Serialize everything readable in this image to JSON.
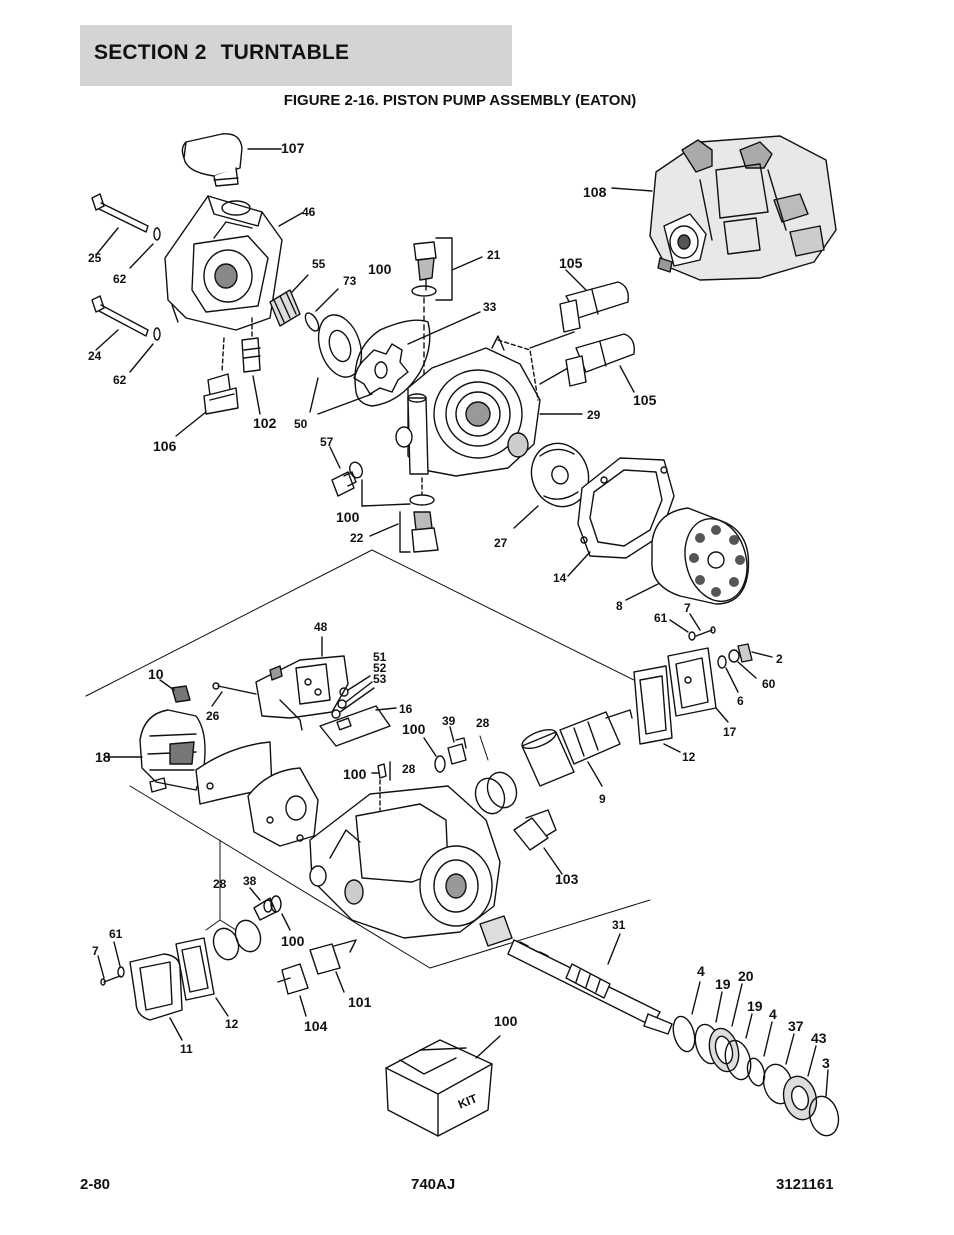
{
  "header": {
    "section": "SECTION 2",
    "name": "TURNTABLE"
  },
  "figure": {
    "title": "FIGURE 2-16. PISTON PUMP ASSEMBLY (EATON)"
  },
  "kit_label": "KIT",
  "callouts": [
    {
      "label": "107"
    },
    {
      "label": "108"
    },
    {
      "label": "46"
    },
    {
      "label": "25"
    },
    {
      "label": "62"
    },
    {
      "label": "55"
    },
    {
      "label": "73"
    },
    {
      "label": "100"
    },
    {
      "label": "21"
    },
    {
      "label": "105"
    },
    {
      "label": "24"
    },
    {
      "label": "62"
    },
    {
      "label": "33"
    },
    {
      "label": "105"
    },
    {
      "label": "106"
    },
    {
      "label": "102"
    },
    {
      "label": "50"
    },
    {
      "label": "29"
    },
    {
      "label": "57"
    },
    {
      "label": "100"
    },
    {
      "label": "22"
    },
    {
      "label": "27"
    },
    {
      "label": "14"
    },
    {
      "label": "8"
    },
    {
      "label": "61"
    },
    {
      "label": "7"
    },
    {
      "label": "2"
    },
    {
      "label": "48"
    },
    {
      "label": "51"
    },
    {
      "label": "52"
    },
    {
      "label": "53"
    },
    {
      "label": "10"
    },
    {
      "label": "60"
    },
    {
      "label": "6"
    },
    {
      "label": "26"
    },
    {
      "label": "16"
    },
    {
      "label": "17"
    },
    {
      "label": "100"
    },
    {
      "label": "39"
    },
    {
      "label": "28"
    },
    {
      "label": "18"
    },
    {
      "label": "12"
    },
    {
      "label": "100"
    },
    {
      "label": "28"
    },
    {
      "label": "9"
    },
    {
      "label": "103"
    },
    {
      "label": "28"
    },
    {
      "label": "38"
    },
    {
      "label": "31"
    },
    {
      "label": "61"
    },
    {
      "label": "100"
    },
    {
      "label": "7"
    },
    {
      "label": "4"
    },
    {
      "label": "19"
    },
    {
      "label": "20"
    },
    {
      "label": "101"
    },
    {
      "label": "19"
    },
    {
      "label": "4"
    },
    {
      "label": "12"
    },
    {
      "label": "104"
    },
    {
      "label": "37"
    },
    {
      "label": "43"
    },
    {
      "label": "100"
    },
    {
      "label": "11"
    },
    {
      "label": "3"
    }
  ],
  "footer": {
    "page": "2-80",
    "model": "740AJ",
    "manual": "3121161"
  }
}
